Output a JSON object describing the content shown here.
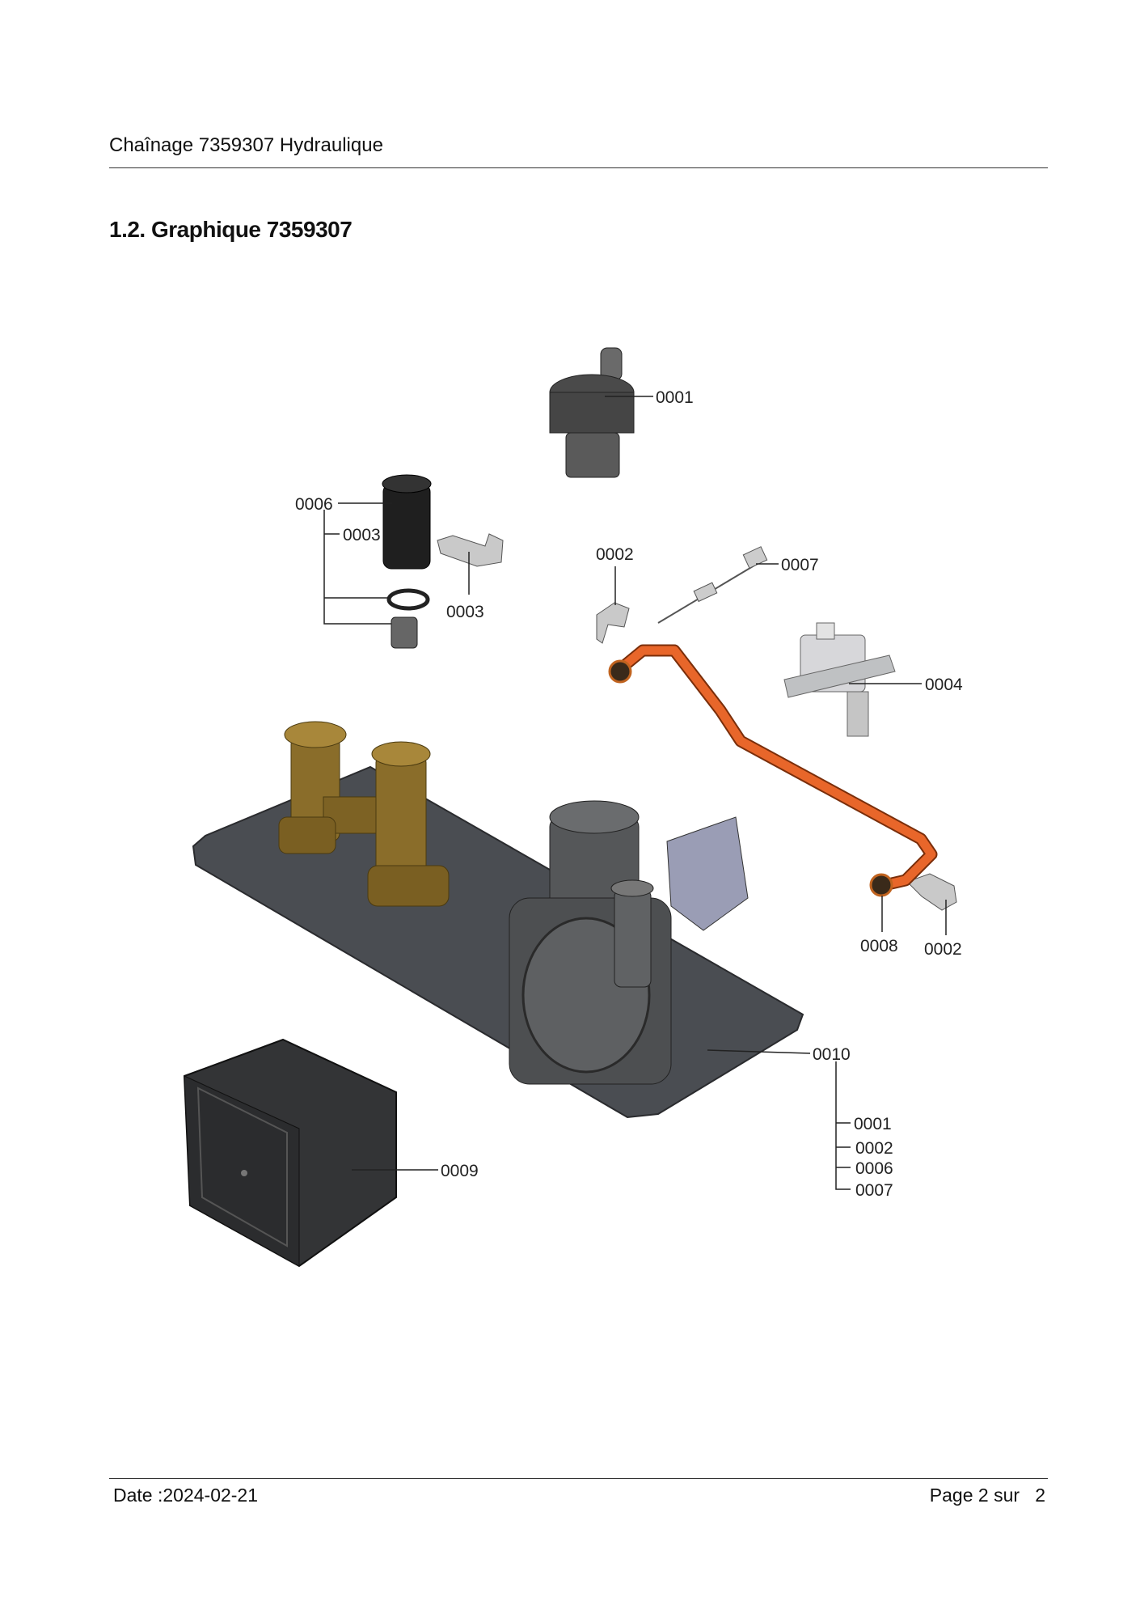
{
  "header": {
    "title": "Chaînage 7359307 Hydraulique"
  },
  "section": {
    "title": "1.2. Graphique 7359307"
  },
  "diagram": {
    "labels": {
      "p0001": "0001",
      "p0006": "0006",
      "p0003a": "0003",
      "p0003b": "0003",
      "p0002a": "0002",
      "p0007": "0007",
      "p0004": "0004",
      "p0008": "0008",
      "p0002b": "0002",
      "p0010": "0010",
      "p0009": "0009",
      "sub": [
        "0001",
        "0002",
        "0006",
        "0007"
      ]
    },
    "colors": {
      "plate": "#4a4d52",
      "brass": "#8a6d2a",
      "pipe": "#e8662a",
      "housing": "#555759",
      "motor": "#333436"
    }
  },
  "footer": {
    "date": "Date :2024-02-21",
    "page": "Page 2 sur   2"
  }
}
